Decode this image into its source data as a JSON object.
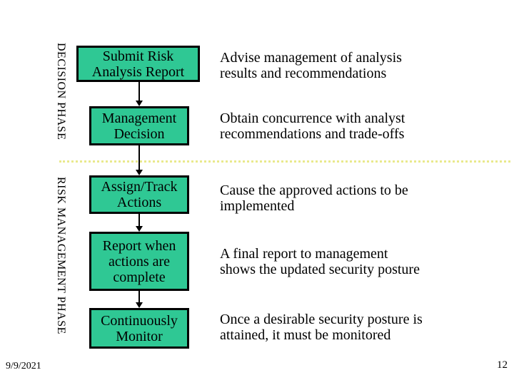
{
  "phases": [
    {
      "label": "DECISION PHASE"
    },
    {
      "label": "RISK MANAGEMENT PHASE"
    }
  ],
  "flow_steps": [
    {
      "box_lines": [
        "Submit Risk",
        "Analysis Report"
      ],
      "description_lines": [
        "Advise management of analysis",
        "results and recommendations"
      ]
    },
    {
      "box_lines": [
        "Management",
        "Decision"
      ],
      "description_lines": [
        "Obtain concurrence with analyst",
        "recommendations and trade-offs"
      ]
    },
    {
      "box_lines": [
        "Assign/Track",
        "Actions"
      ],
      "description_lines": [
        "Cause the approved actions to be",
        "implemented"
      ]
    },
    {
      "box_lines": [
        "Report when",
        "actions are",
        "complete"
      ],
      "description_lines": [
        "A final report to management",
        "shows the updated security posture"
      ]
    },
    {
      "box_lines": [
        "Continuously",
        "Monitor"
      ],
      "description_lines": [
        "Once a desirable security posture is",
        "attained, it must be monitored"
      ]
    }
  ],
  "footer": {
    "date": "9/9/2021",
    "page_number": "12"
  },
  "colors": {
    "box_fill": "#2FC894",
    "box_border": "#000000",
    "phase_divider": "#E9E98C",
    "text": "#000000",
    "background": "#FFFFFF"
  }
}
